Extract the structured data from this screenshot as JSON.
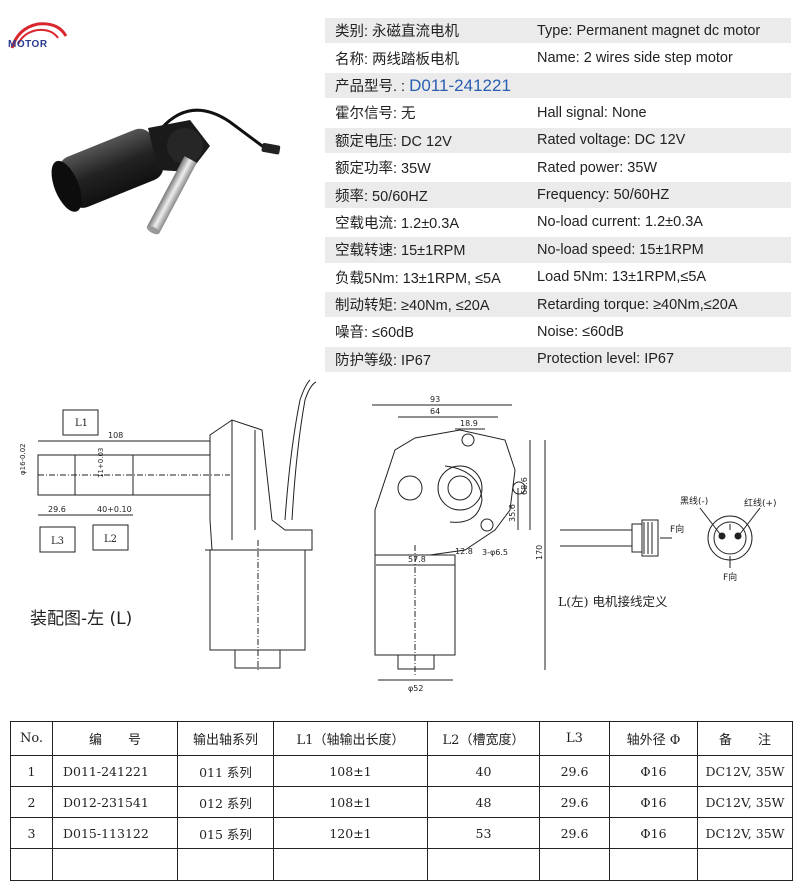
{
  "brand": {
    "logo_text": "MOTOR"
  },
  "specs": [
    {
      "cn": "类别: 永磁直流电机",
      "en": "Type: Permanent magnet dc motor"
    },
    {
      "cn": "名称: 两线踏板电机",
      "en": "Name: 2 wires side step motor"
    },
    {
      "cn": "产品型号. :",
      "model": "D011-241221",
      "en": ""
    },
    {
      "cn": "霍尔信号: 无",
      "en": "Hall signal: None"
    },
    {
      "cn": "额定电压: DC 12V",
      "en": "Rated voltage: DC 12V"
    },
    {
      "cn": "额定功率: 35W",
      "en": "Rated power: 35W"
    },
    {
      "cn": "频率: 50/60HZ",
      "en": "Frequency: 50/60HZ"
    },
    {
      "cn": "空载电流: 1.2±0.3A",
      "en": "No-load current: 1.2±0.3A"
    },
    {
      "cn": "空载转速: 15±1RPM",
      "en": "No-load speed: 15±1RPM"
    },
    {
      "cn": "负载5Nm: 13±1RPM, ≤5A",
      "en": "Load 5Nm: 13±1RPM,≤5A"
    },
    {
      "cn": "制动转矩: ≥40Nm, ≤20A",
      "en": "Retarding torque: ≥40Nm,≤20A"
    },
    {
      "cn": "噪音: ≤60dB",
      "en": "Noise: ≤60dB"
    },
    {
      "cn": "防护等级: IP67",
      "en": "Protection level: IP67"
    }
  ],
  "drawing": {
    "assembly_label": "装配图-左 (L)",
    "wiring_label": "L(左) 电机接线定义",
    "box_l1": "L1",
    "box_l2": "L2",
    "box_l3": "L3",
    "dim_108": "108",
    "dim_shaft": "φ16-0.02",
    "dim_shaft2": "-0.03",
    "dim_groove": "11+0.03",
    "dim_29_6": "29.6",
    "dim_40": "40+0.10",
    "dim_93": "93",
    "dim_64": "64",
    "dim_18_9": "18.9",
    "dim_68_6": "68.6",
    "dim_35_6": "35.6",
    "dim_170": "170",
    "dim_57_8": "57.8",
    "dim_12_8": "12.8",
    "dim_6_5": "3-φ6.5",
    "dim_52": "φ52",
    "black_wire": "黑线(-)",
    "red_wire": "红线(+)",
    "f_dir_1": "F向",
    "f_dir_2": "F向"
  },
  "parts_table": {
    "headers": [
      "No.",
      "编　　号",
      "输出轴系列",
      "L1（轴输出长度）",
      "L2（槽宽度）",
      "L3",
      "轴外径 Φ",
      "备　　注"
    ],
    "rows": [
      [
        "1",
        "D011-241221",
        "011 系列",
        "108±1",
        "40",
        "29.6",
        "Φ16",
        "DC12V, 35W"
      ],
      [
        "2",
        "D012-231541",
        "012 系列",
        "108±1",
        "48",
        "29.6",
        "Φ16",
        "DC12V, 35W"
      ],
      [
        "3",
        "D015-113122",
        "015 系列",
        "120±1",
        "53",
        "29.6",
        "Φ16",
        "DC12V, 35W"
      ]
    ]
  }
}
